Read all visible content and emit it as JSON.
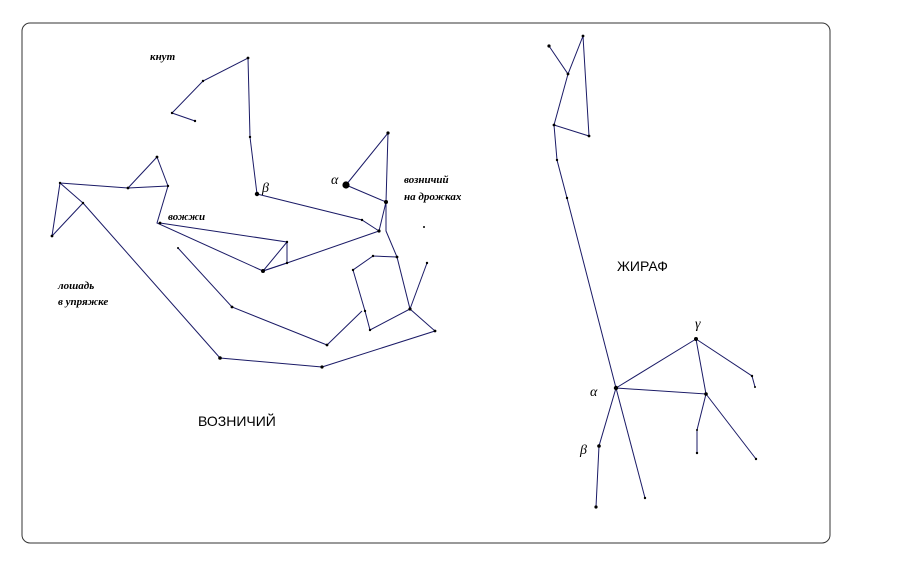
{
  "labels": {
    "knut": "кнут",
    "voznichiy_na_drozhkah_line1": "возничий",
    "voznichiy_na_drozhkah_line2": "на дрожках",
    "vozhzhi": "вожжи",
    "loshad_line1": "лошадь",
    "loshad_line2": "в упряжке",
    "auriga_title": "ВОЗНИЧИЙ",
    "giraffe_title": "ЖИРАФ"
  },
  "greek": {
    "auriga_alpha": "α",
    "auriga_beta": "β",
    "giraffe_alpha": "α",
    "giraffe_beta": "β",
    "giraffe_gamma": "γ"
  },
  "colors": {
    "lines": "#1a1a66",
    "stars": "#000000",
    "frame": "#333333"
  }
}
